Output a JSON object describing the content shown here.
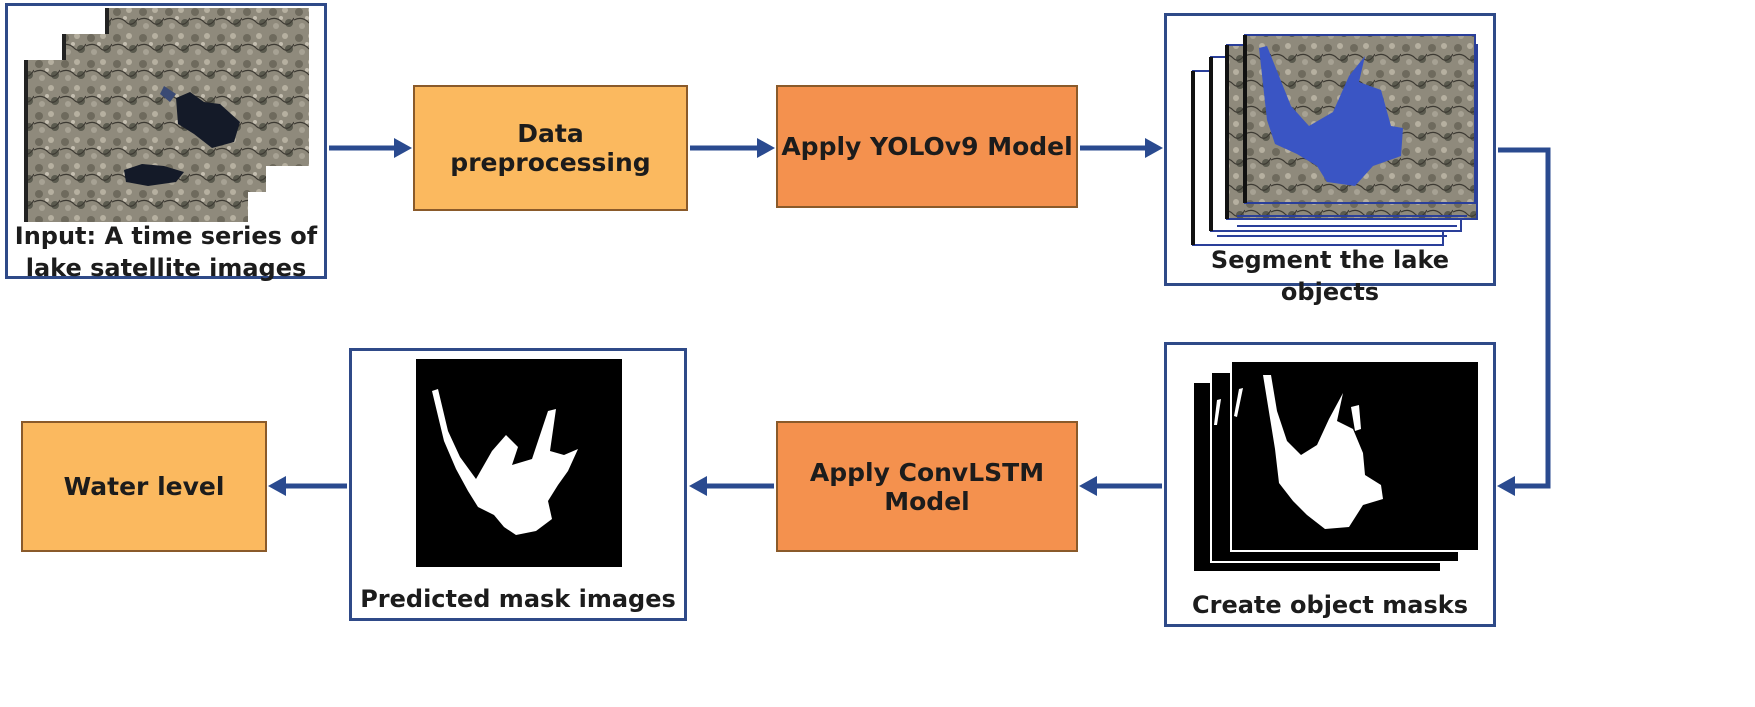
{
  "steps": {
    "input_caption": "Input: A time series of lake satellite images",
    "preprocessing": "Data preprocessing",
    "yolo": "Apply YOLOv9 Model",
    "segment_caption": "Segment the lake objects",
    "masks_caption": "Create object masks",
    "convlstm": "Apply ConvLSTM Model",
    "predicted_caption": "Predicted mask images",
    "water_level": "Water level"
  },
  "colors": {
    "arrow": "#2a4a8f",
    "frame_border": "#2f4a88",
    "box_light": "#fbb95f",
    "box_dark": "#f4914e",
    "lake_overlay": "#3a55c4"
  }
}
